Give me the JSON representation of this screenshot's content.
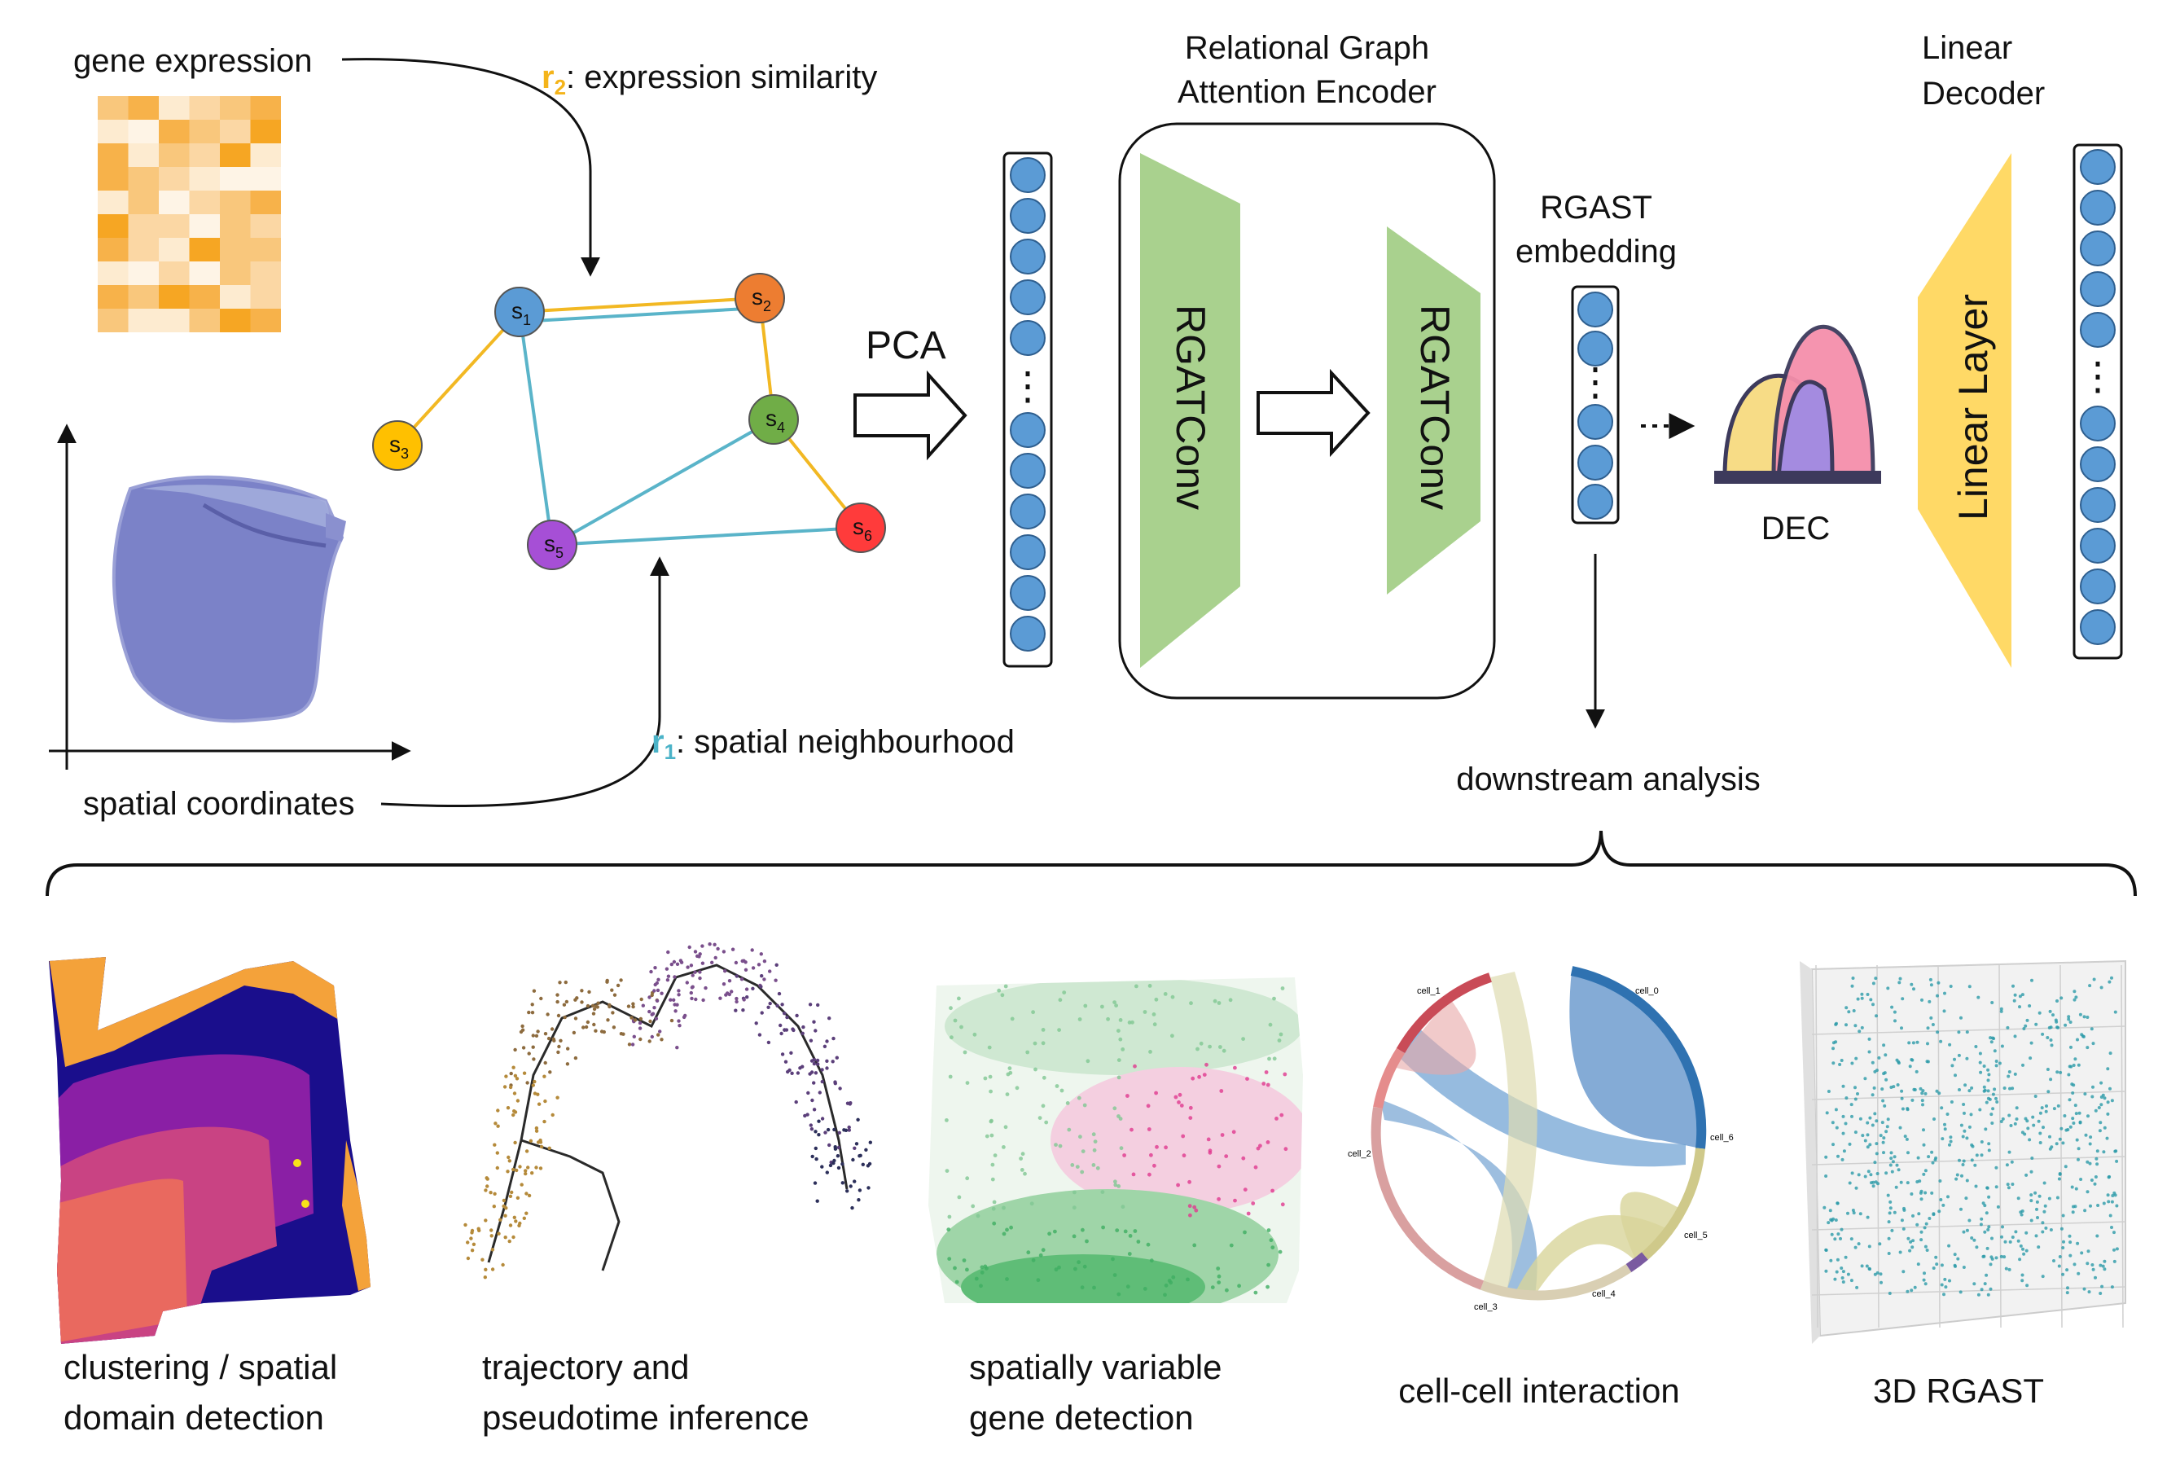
{
  "inputs": {
    "gene_expression": "gene expression",
    "spatial_coordinates": "spatial coordinates"
  },
  "relations": {
    "r2_symbol": "r",
    "r2_sub": "2",
    "r2_text": ": expression similarity",
    "r1_symbol": "r",
    "r1_sub": "1",
    "r1_text": ": spatial neighbourhood"
  },
  "graph": {
    "nodes": [
      {
        "letter": "s",
        "sub": "1",
        "color": "#5b9bd5"
      },
      {
        "letter": "s",
        "sub": "2",
        "color": "#ed7d31"
      },
      {
        "letter": "s",
        "sub": "3",
        "color": "#ffc000"
      },
      {
        "letter": "s",
        "sub": "4",
        "color": "#70ad47"
      },
      {
        "letter": "s",
        "sub": "5",
        "color": "#a64fd6"
      },
      {
        "letter": "s",
        "sub": "6",
        "color": "#ff3b3b"
      }
    ],
    "edge_colors": {
      "expression": "#f2b823",
      "spatial": "#5ab4c9"
    }
  },
  "pipeline": {
    "pca": "PCA",
    "encoder_title_1": "Relational Graph",
    "encoder_title_2": "Attention Encoder",
    "rgatconv_1": "RGATConv",
    "rgatconv_2": "RGATConv",
    "embedding_1": "RGAST",
    "embedding_2": "embedding",
    "dec": "DEC",
    "decoder_title_1": "Linear",
    "decoder_title_2": "Decoder",
    "linear_layer": "Linear Layer",
    "downstream": "downstream analysis",
    "ellipsis": "⋮"
  },
  "colors": {
    "node_blue": "#5b9bd5",
    "encoder_green": "#a9d18e",
    "decoder_yellow": "#ffd966",
    "dec_yellow": "#f7dc86",
    "dec_purple": "#a48be0",
    "dec_pink": "#f58fab",
    "dec_base": "#3d3a5c"
  },
  "applications": [
    {
      "line1": "clustering / spatial",
      "line2": "domain detection"
    },
    {
      "line1": "trajectory and",
      "line2": "pseudotime inference"
    },
    {
      "line1": "spatially variable",
      "line2": "gene detection"
    },
    {
      "line1": "cell-cell interaction",
      "line2": ""
    },
    {
      "line1": "3D RGAST",
      "line2": ""
    }
  ],
  "chord_labels": [
    "cell_0",
    "cell_1",
    "cell_2",
    "cell_3",
    "cell_4",
    "cell_5",
    "cell_6"
  ]
}
